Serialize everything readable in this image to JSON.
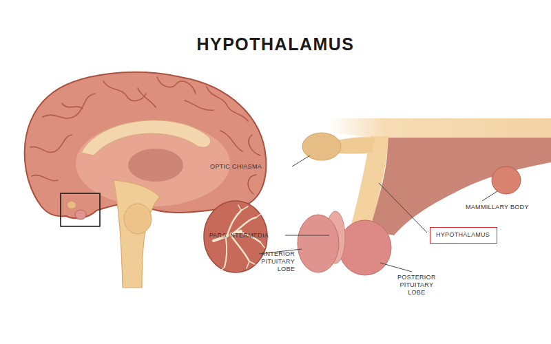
{
  "diagram": {
    "title": "HYPOTHALAMUS",
    "nodes": [
      {
        "text": [
          "HYPOTHALAMUS"
        ]
      }
    ],
    "labels": [
      "OPTIC CHIASMA",
      "MAMMILLARY BODY",
      "PARS INTERMEDIA",
      "ANTERIOR PITUITARY LOBE",
      "POSTERIOR PITUITARY LOBE"
    ]
  }
}
